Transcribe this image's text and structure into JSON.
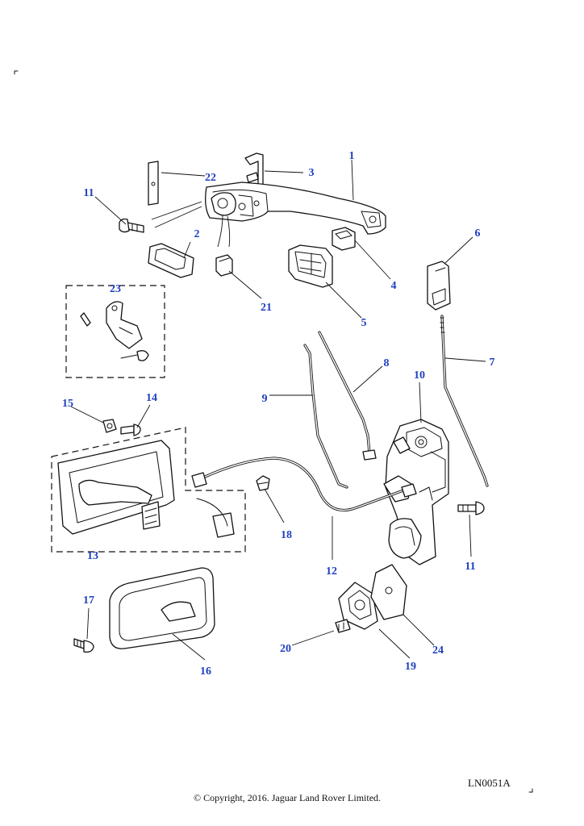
{
  "diagram": {
    "reference_code": "LN0051A",
    "copyright": "© Copyright, 2016. Jaguar Land Rover Limited.",
    "callouts": {
      "c1": "1",
      "c2": "2",
      "c3": "3",
      "c4": "4",
      "c5": "5",
      "c6": "6",
      "c7": "7",
      "c8": "8",
      "c9": "9",
      "c10": "10",
      "c11a": "11",
      "c11b": "11",
      "c12": "12",
      "c13": "13",
      "c14": "14",
      "c15": "15",
      "c16": "16",
      "c17": "17",
      "c18": "18",
      "c19": "19",
      "c20": "20",
      "c21": "21",
      "c22": "22",
      "c23": "23",
      "c24": "24"
    },
    "colors": {
      "callout": "#1f3fbf",
      "line": "#111111",
      "background": "#ffffff"
    }
  }
}
